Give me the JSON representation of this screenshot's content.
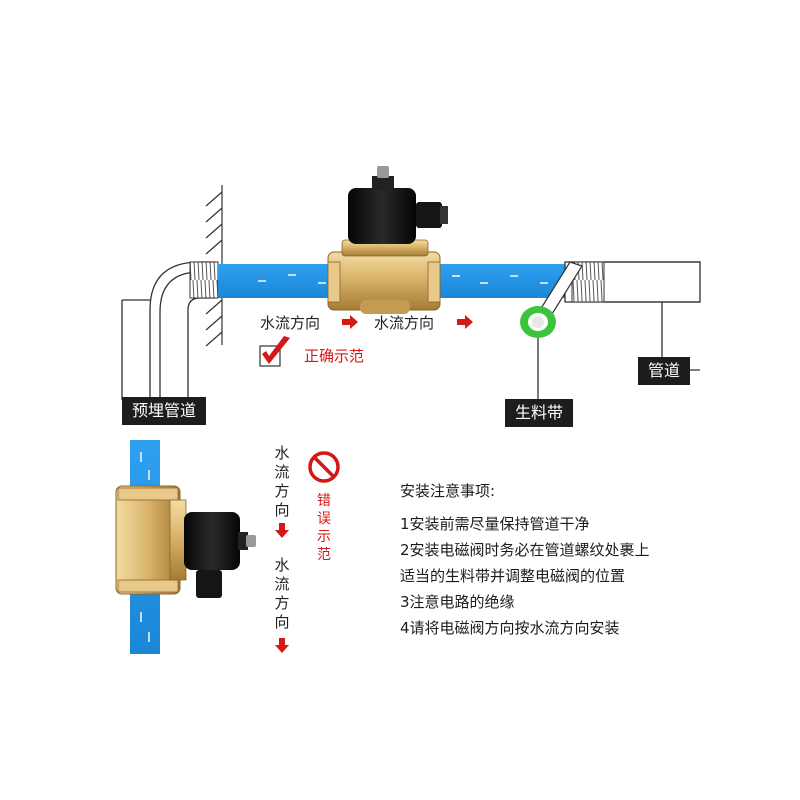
{
  "labels": {
    "embedded_pipe": "预埋管道",
    "pipe": "管道",
    "teflon_tape": "生料带",
    "flow_direction_1": "水流方向",
    "flow_direction_2": "水流方向",
    "flow_direction_v1": "水流方向",
    "flow_direction_v2": "水流方向",
    "correct_example": "正确示范",
    "wrong_example": "错误示范"
  },
  "notes": {
    "title": "安装注意事项:",
    "items": [
      "1安装前需尽量保持管道干净",
      "2安装电磁阀时务必在管道螺纹处裹上",
      "适当的生料带并调整电磁阀的位置",
      "3注意电路的绝缘",
      "4请将电磁阀方向按水流方向安装"
    ]
  },
  "colors": {
    "water": "#1b8fe0",
    "brass": "#d9b46a",
    "red": "#d41818",
    "tape": "#3cc43c",
    "label_bg": "#1d1d1d"
  },
  "icons": [
    "checkmark-icon",
    "prohibited-icon",
    "arrow-right-icon",
    "arrow-down-icon"
  ]
}
